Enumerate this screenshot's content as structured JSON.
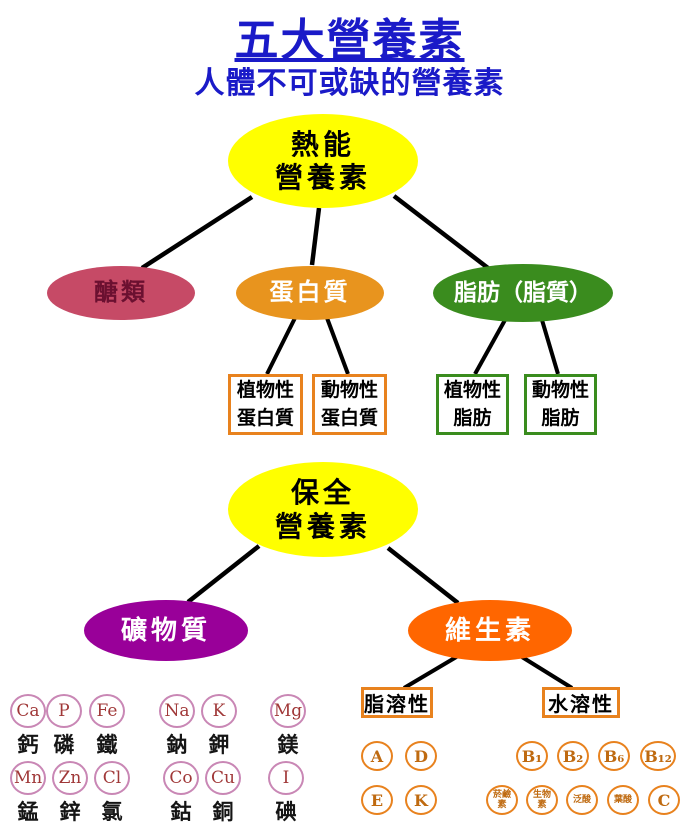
{
  "title": "五大營養素",
  "subtitle": "人體不可或缺的營養素",
  "nodes": {
    "energy": {
      "line1": "熱能",
      "line2": "營養素"
    },
    "carbohydrate": {
      "label": "醣類"
    },
    "protein": {
      "label": "蛋白質"
    },
    "fat": {
      "label": "脂肪（脂質）"
    },
    "plant_protein": {
      "line1": "植物性",
      "line2": "蛋白質"
    },
    "animal_protein": {
      "line1": "動物性",
      "line2": "蛋白質"
    },
    "plant_fat": {
      "line1": "植物性",
      "line2": "脂肪"
    },
    "animal_fat": {
      "line1": "動物性",
      "line2": "脂肪"
    },
    "protective": {
      "line1": "保全",
      "line2": "營養素"
    },
    "mineral": {
      "label": "礦物質"
    },
    "vitamin": {
      "label": "維生素"
    },
    "fat_soluble": {
      "label": "脂溶性"
    },
    "water_soluble": {
      "label": "水溶性"
    }
  },
  "minerals": {
    "row1": [
      {
        "symbol": "Ca",
        "name": "鈣"
      },
      {
        "symbol": "P",
        "name": "磷"
      },
      {
        "symbol": "Fe",
        "name": "鐵"
      },
      {
        "symbol": "Na",
        "name": "鈉"
      },
      {
        "symbol": "K",
        "name": "鉀"
      },
      {
        "symbol": "Mg",
        "name": "鎂"
      }
    ],
    "row2": [
      {
        "symbol": "Mn",
        "name": "錳"
      },
      {
        "symbol": "Zn",
        "name": "鋅"
      },
      {
        "symbol": "Cl",
        "name": "氯"
      },
      {
        "symbol": "Co",
        "name": "鈷"
      },
      {
        "symbol": "Cu",
        "name": "銅"
      },
      {
        "symbol": "I",
        "name": "碘"
      }
    ]
  },
  "vitamins": {
    "fat_soluble_row1": [
      "A",
      "D"
    ],
    "fat_soluble_row2": [
      "E",
      "K"
    ],
    "water_soluble_row1": [
      "B₁",
      "B₂",
      "B₆",
      "B₁₂"
    ],
    "water_soluble_row2": [
      "菸鹼素",
      "生物素",
      "泛酸",
      "葉酸",
      "C"
    ]
  },
  "colors": {
    "title_blue": "#1a1ac8",
    "yellow": "#ffff00",
    "crimson": "#c64a66",
    "orange": "#e8941e",
    "green": "#3a8c1e",
    "purple": "#990099",
    "orange_red": "#ff6600",
    "box_orange_border": "#e8821e",
    "box_green_border": "#3a8c1e",
    "mineral_circle": "#c987b5",
    "mineral_symbol": "#a03838",
    "vitamin_circle": "#e8821e",
    "vitamin_text": "#bf6a10",
    "line_black": "#000000"
  }
}
